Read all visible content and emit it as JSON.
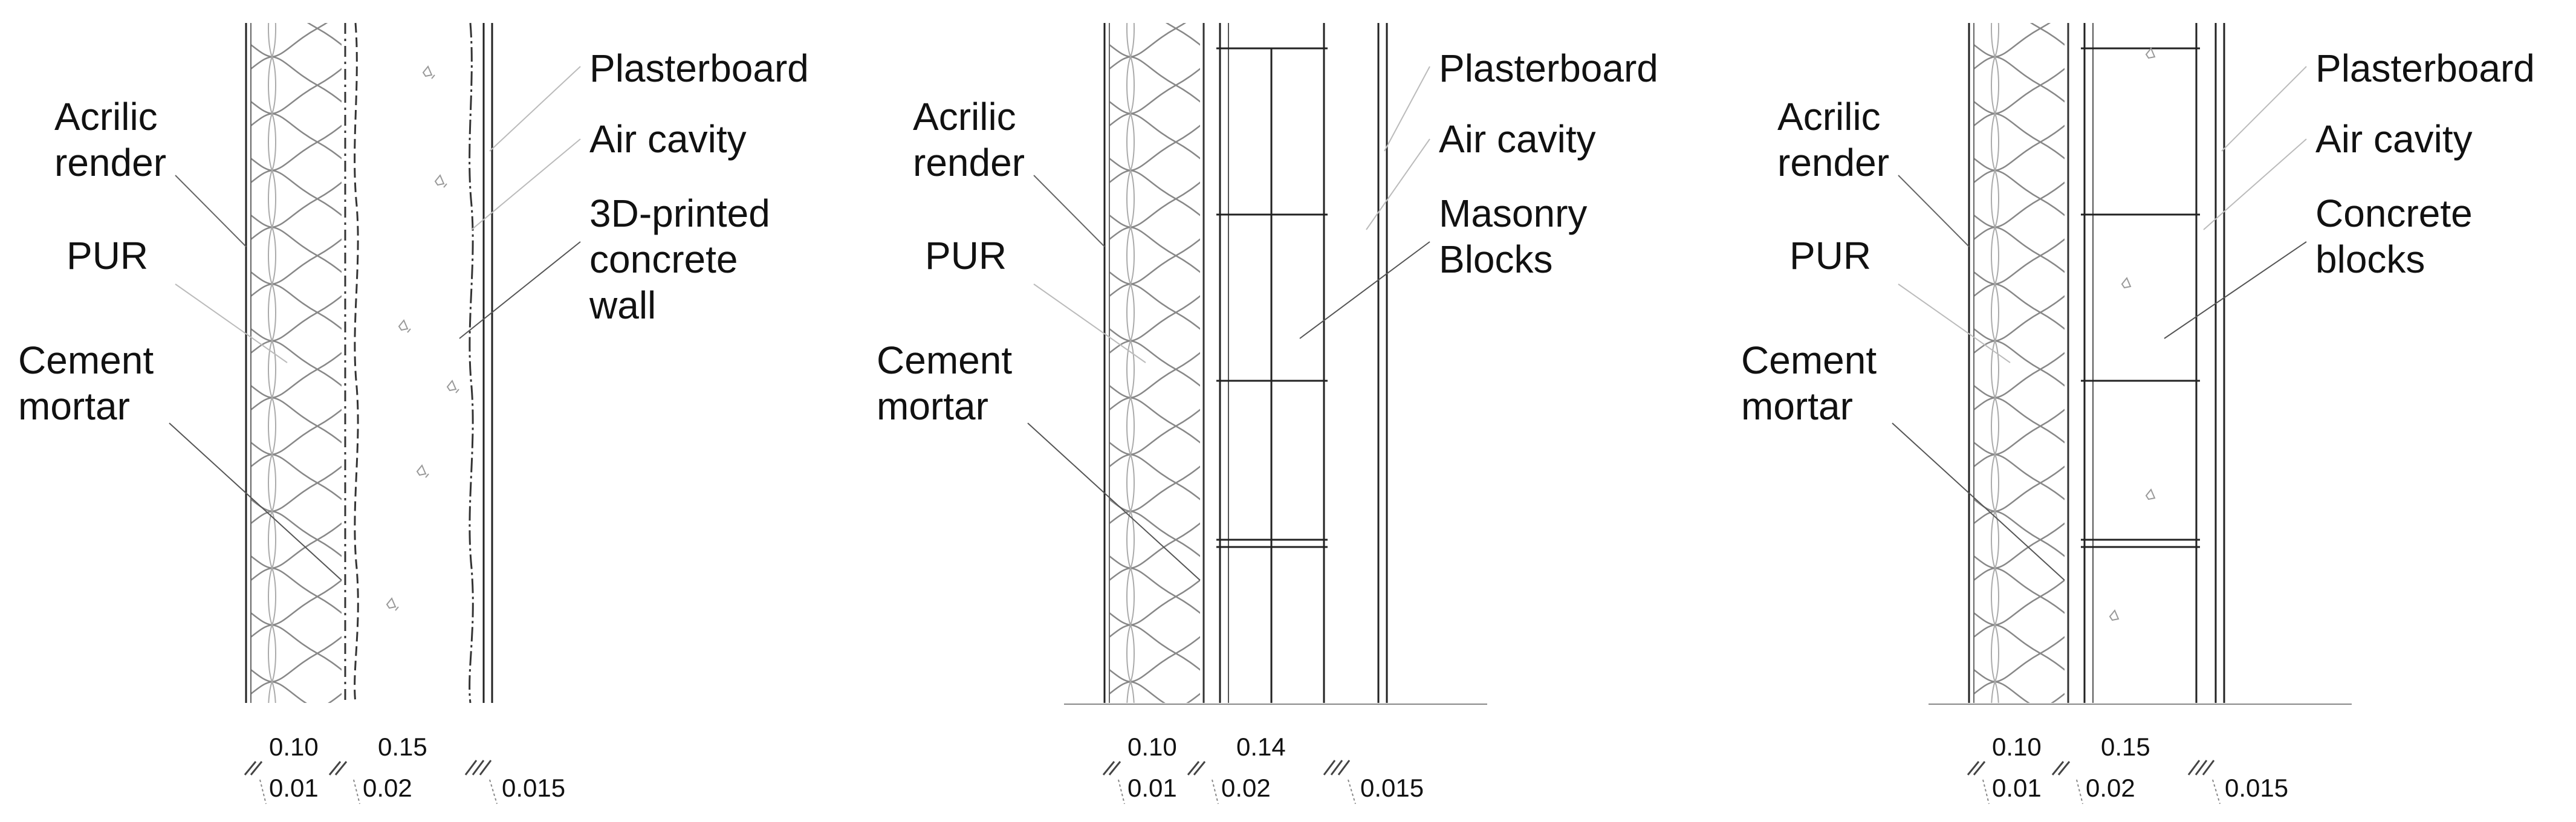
{
  "panels": [
    {
      "id": "panel-3d-printed",
      "labels_left": {
        "acrilic_render": [
          "Acrilic",
          "render"
        ],
        "pur": [
          "PUR"
        ],
        "cement_mortar": [
          "Cement",
          "mortar"
        ]
      },
      "labels_right": {
        "plasterboard": [
          "Plasterboard"
        ],
        "air_cavity": [
          "Air cavity"
        ],
        "wall": [
          "3D-printed",
          "concrete",
          "wall"
        ]
      },
      "dims": {
        "d1": "0.10",
        "d2": "0.01",
        "d3": "0.15",
        "d4": "0.02",
        "d5": "0.015"
      }
    },
    {
      "id": "panel-masonry",
      "labels_left": {
        "acrilic_render": [
          "Acrilic",
          "render"
        ],
        "pur": [
          "PUR"
        ],
        "cement_mortar": [
          "Cement",
          "mortar"
        ]
      },
      "labels_right": {
        "plasterboard": [
          "Plasterboard"
        ],
        "air_cavity": [
          "Air cavity"
        ],
        "wall": [
          "Masonry",
          "Blocks"
        ]
      },
      "dims": {
        "d1": "0.10",
        "d2": "0.01",
        "d3": "0.14",
        "d4": "0.02",
        "d5": "0.015"
      }
    },
    {
      "id": "panel-concrete-blocks",
      "labels_left": {
        "acrilic_render": [
          "Acrilic",
          "render"
        ],
        "pur": [
          "PUR"
        ],
        "cement_mortar": [
          "Cement",
          "mortar"
        ]
      },
      "labels_right": {
        "plasterboard": [
          "Plasterboard"
        ],
        "air_cavity": [
          "Air cavity"
        ],
        "wall": [
          "Concrete",
          "blocks"
        ]
      },
      "dims": {
        "d1": "0.10",
        "d2": "0.01",
        "d3": "0.15",
        "d4": "0.02",
        "d5": "0.015"
      }
    }
  ]
}
